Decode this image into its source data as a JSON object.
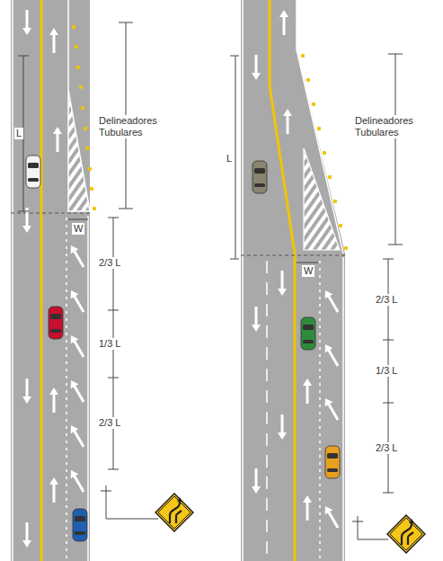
{
  "diagram": {
    "labels": [
      "L",
      "Delineadores Tubulares",
      "W",
      "2/3 L",
      "1/3 L",
      "2/3 L",
      "L",
      "Delineadores Tubulares",
      "W",
      "2/3 L",
      "1/3 L",
      "2/3 L"
    ]
  }
}
